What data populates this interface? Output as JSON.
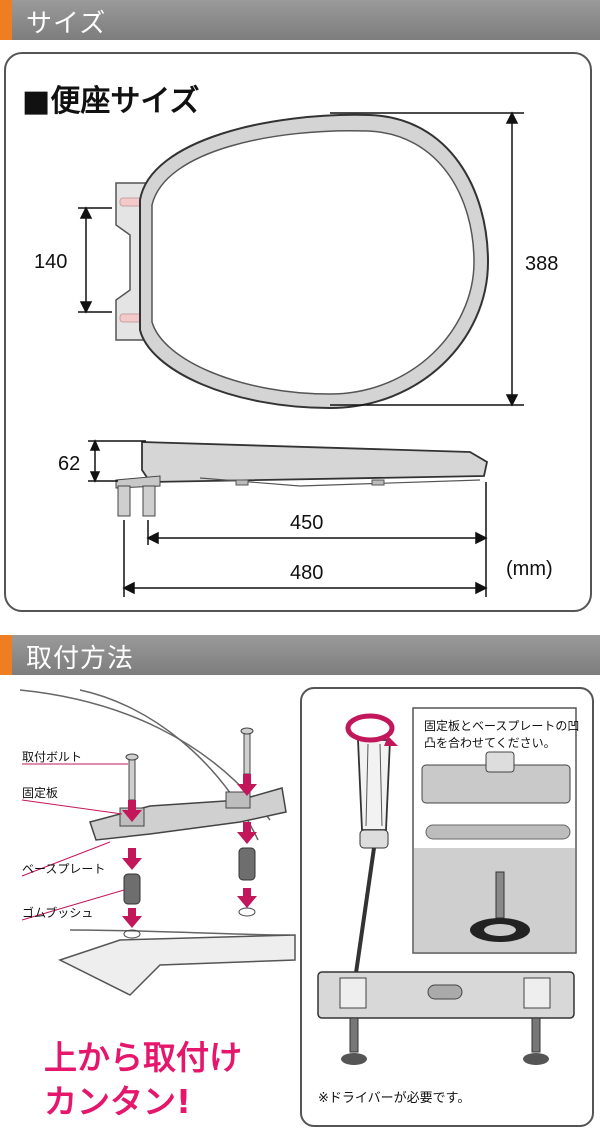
{
  "sections": {
    "size": {
      "heading": "サイズ"
    },
    "install": {
      "heading": "取付方法"
    }
  },
  "size_diagram": {
    "title": "■便座サイズ",
    "dims": {
      "hinge_spacing": "140",
      "length": "388",
      "height": "62",
      "width_inner": "450",
      "width_outer": "480",
      "unit": "(mm)"
    }
  },
  "install": {
    "labels": {
      "bolt": "取付ボルト",
      "fixing_plate": "固定板",
      "base_plate": "ベースプレート",
      "rubber_bush": "ゴムブッシュ"
    },
    "promo_line1": "上から取付け",
    "promo_line2": "カンタン!",
    "note_align": "固定板とベースプレートの凹凸を合わせてください。",
    "note_driver": "※ドライバーが必要です。"
  },
  "colors": {
    "header_bg": "#878787",
    "header_accent": "#ef7d22",
    "arrow": "#c2185b",
    "promo_text": "#e5166b"
  }
}
